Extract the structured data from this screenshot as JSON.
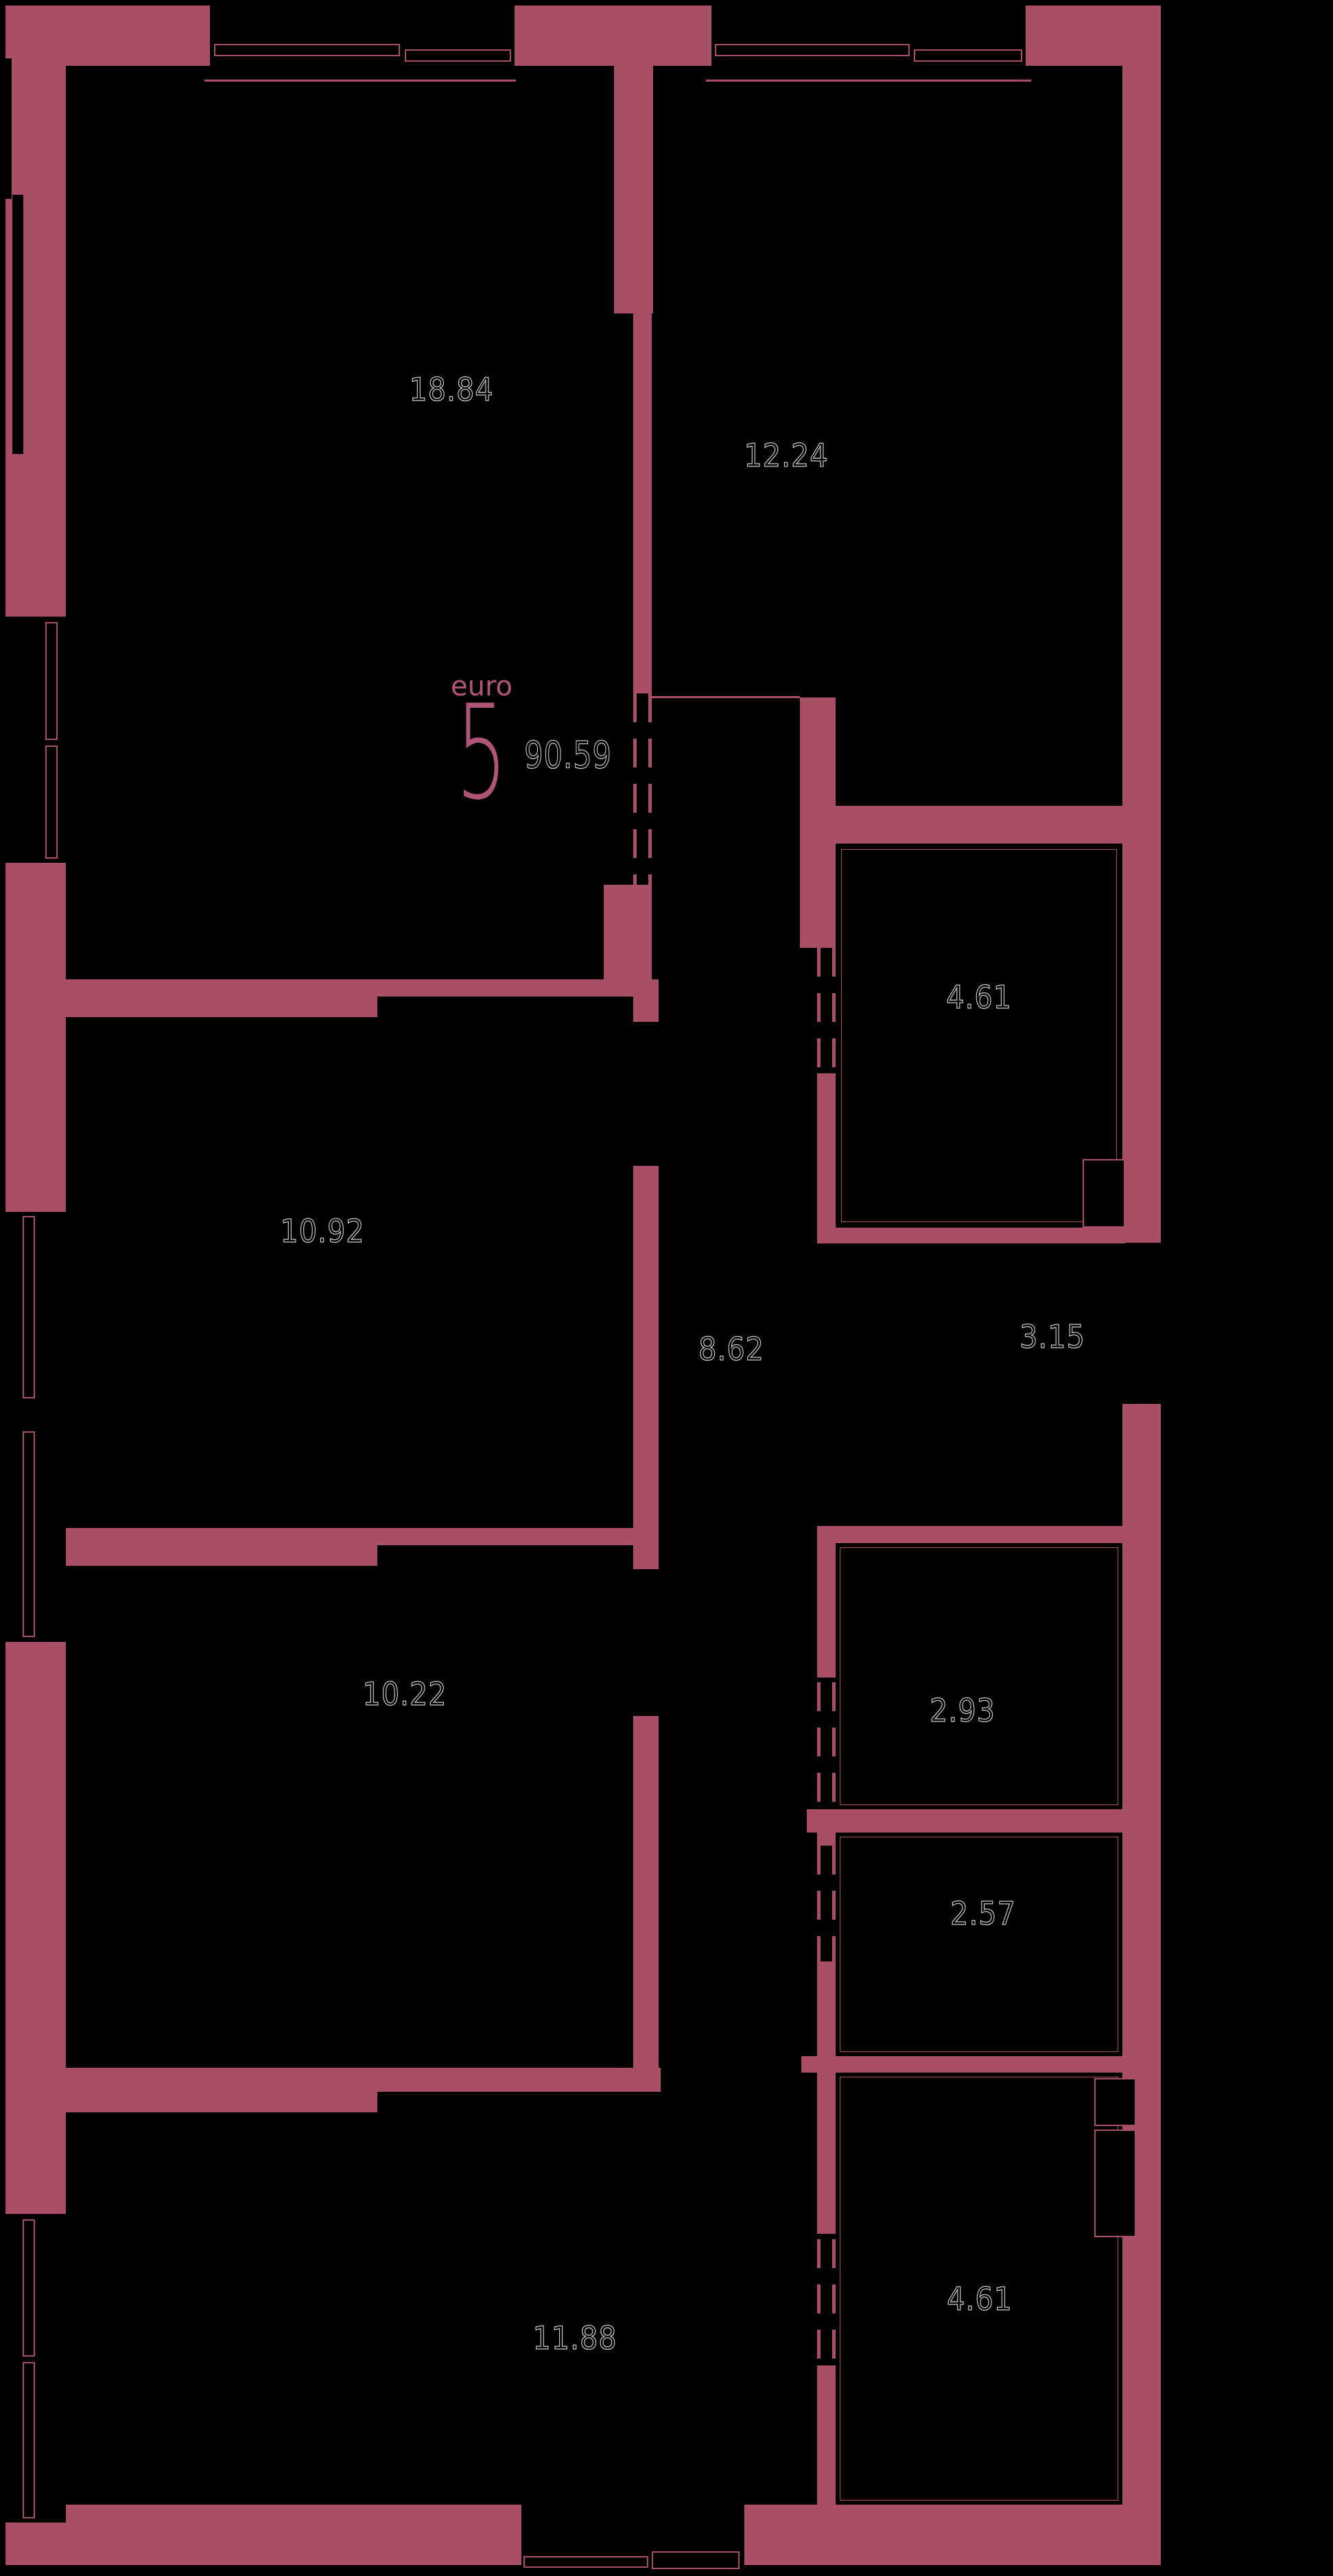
{
  "plan": {
    "unit": {
      "layout_label": "euro",
      "rooms_number": "5",
      "total_area": "90.59"
    },
    "colors": {
      "wall": "#a84f66",
      "accent": "#b05577",
      "area_text": "#c8c8c8",
      "background": "#000000"
    },
    "rooms": [
      {
        "id": "living-room",
        "area": "18.84"
      },
      {
        "id": "kitchen",
        "area": "12.24"
      },
      {
        "id": "bathroom-upper",
        "area": "4.61"
      },
      {
        "id": "bedroom-middle",
        "area": "10.92"
      },
      {
        "id": "corridor",
        "area": "8.62"
      },
      {
        "id": "hallway",
        "area": "3.15"
      },
      {
        "id": "bedroom-lower",
        "area": "10.22"
      },
      {
        "id": "wc",
        "area": "2.93"
      },
      {
        "id": "storage",
        "area": "2.57"
      },
      {
        "id": "bathroom-lower",
        "area": "4.61"
      },
      {
        "id": "bedroom-bottom",
        "area": "11.88"
      }
    ]
  }
}
